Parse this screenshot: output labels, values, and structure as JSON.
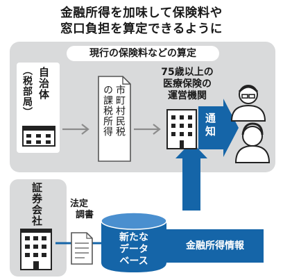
{
  "title": {
    "line1": "金融所得を加味して保険料や",
    "line2": "窓口負担を算定できるように"
  },
  "panel": {
    "label": "現行の保険料などの算定",
    "background": "#d9dadb"
  },
  "municipality": {
    "name": "自治体",
    "dept": "（税部局）",
    "icon": "building-icon"
  },
  "document": {
    "line1": "市町村民税",
    "line2": "の課税所得",
    "icon": "document-icon"
  },
  "operator": {
    "line1": "75歳以上の",
    "line2": "医療保険の",
    "line3": "運営機関",
    "icon": "office-building-icon"
  },
  "notice": {
    "label": "通知",
    "color": "#1565a8"
  },
  "persons": {
    "icon": "elderly-people-icon"
  },
  "securities": {
    "label": "証券会社",
    "icon": "building-icon"
  },
  "report": {
    "line1": "法定",
    "line2": "調書",
    "icon": "document-icon"
  },
  "database": {
    "line1": "新たな",
    "line2": "データ",
    "line3": "ベース",
    "color": "#1565a8",
    "icon": "database-cylinder-icon"
  },
  "finance_info": {
    "label": "金融所得情報",
    "color": "#1565a8"
  }
}
